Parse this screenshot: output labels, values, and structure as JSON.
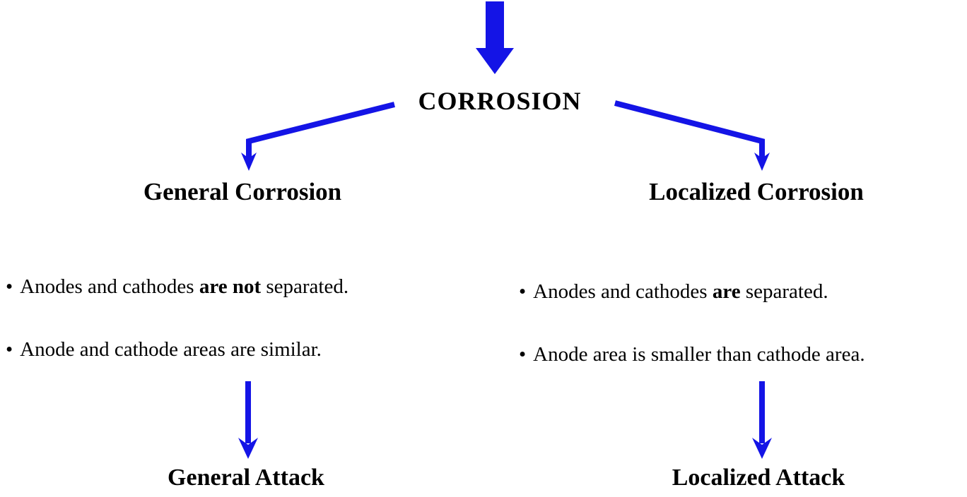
{
  "colors": {
    "arrow": "#1414e6",
    "text": "#000000",
    "background": "#ffffff"
  },
  "bullet_char": "•",
  "root": {
    "title": "CORROSION"
  },
  "left": {
    "heading": "General Corrosion",
    "bullets": [
      {
        "pre": "Anodes and cathodes ",
        "bold": "are not",
        "post": " separated."
      },
      {
        "pre": "Anode and cathode areas are similar.",
        "bold": "",
        "post": ""
      }
    ],
    "result": "General Attack"
  },
  "right": {
    "heading": "Localized Corrosion",
    "bullets": [
      {
        "pre": "Anodes and cathodes ",
        "bold": "are",
        "post": " separated."
      },
      {
        "pre": "Anode area is smaller than cathode area.",
        "bold": "",
        "post": ""
      }
    ],
    "result": "Localized Attack"
  }
}
